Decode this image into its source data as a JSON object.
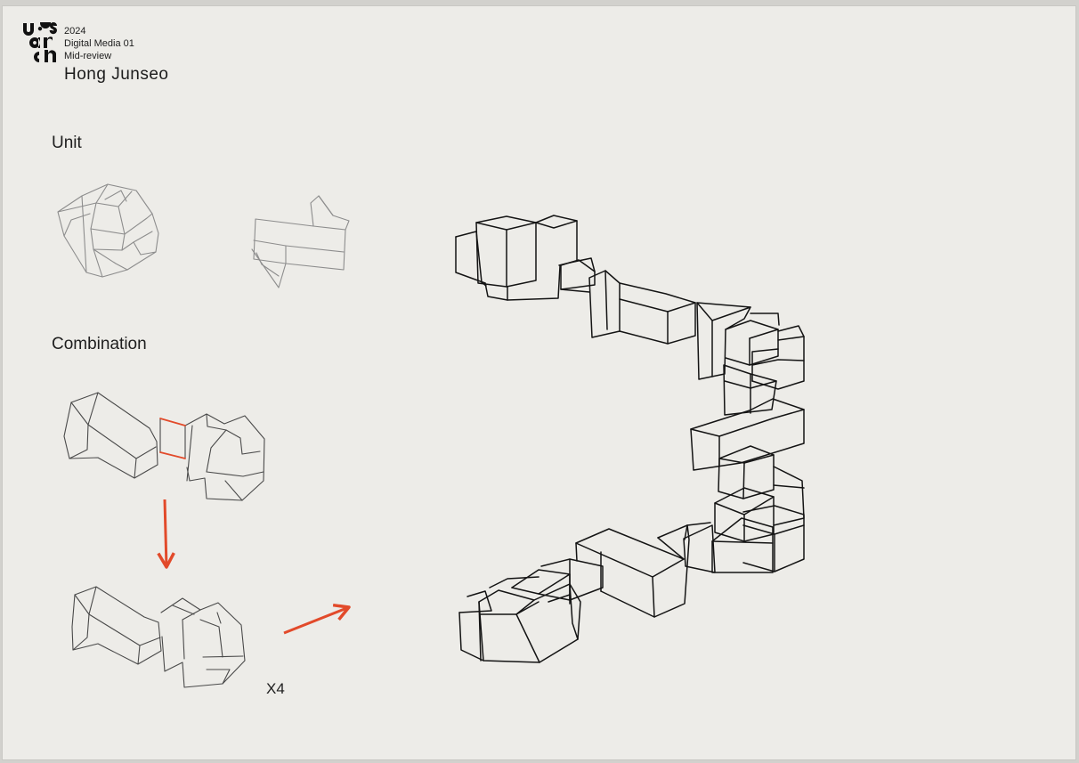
{
  "header": {
    "logo_text": "uos arch",
    "year": "2024",
    "course": "Digital Media 01",
    "stage": "Mid-review",
    "author": "Hong Junseo"
  },
  "sections": {
    "unit": "Unit",
    "combination": "Combination"
  },
  "multiplier": "X4",
  "colors": {
    "paper": "#edece8",
    "light_line": "#8d8d8d",
    "dark_line": "#2a2a2a",
    "heavy_line": "#101010",
    "accent": "#e24a2a"
  }
}
